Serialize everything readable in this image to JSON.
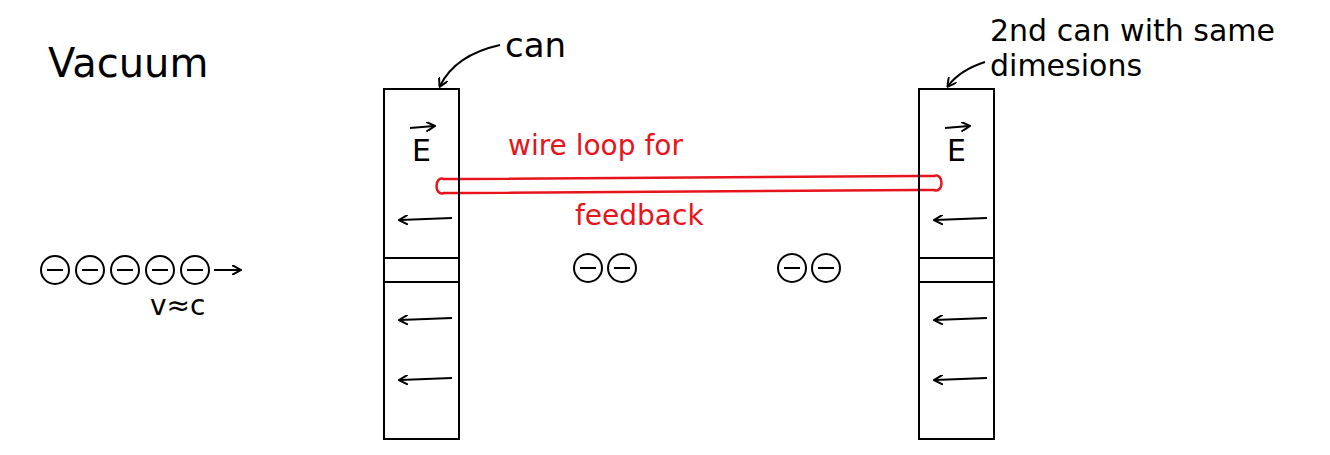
{
  "diagram": {
    "nodes": [
      {
        "text": [
          "E"
        ]
      },
      {
        "text": [
          "E"
        ]
      }
    ],
    "edges": [
      {
        "from": 0,
        "to": 1,
        "arrow": "none"
      }
    ],
    "labels": [
      "Vacuum",
      "can",
      "2nd can with same dimesions",
      "wire loop for",
      "feedback",
      "v≈c"
    ]
  }
}
